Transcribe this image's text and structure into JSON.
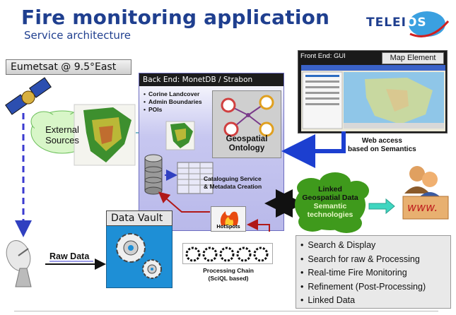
{
  "header": {
    "title": "Fire monitoring application",
    "subtitle": "Service architecture",
    "logo_text": "TELEI",
    "logo_suffix": "OS"
  },
  "satellite": {
    "label": "Eumetsat @ 9.5°East"
  },
  "external": {
    "label_line1": "External",
    "label_line2": "Sources"
  },
  "backend": {
    "title": "Back End:  MonetDB  / Strabon",
    "layers": [
      "Corine Landcover",
      "Admin Boundaries",
      "POIs"
    ],
    "ontology_line1": "Geospatial",
    "ontology_line2": "Ontology",
    "cataloguing_line1": "Cataloguing Service",
    "cataloguing_line2": "& Metadata  Creation",
    "hotspots": "HotSpots",
    "chain_line1": "Processing Chain",
    "chain_line2": "(SciQL based)"
  },
  "frontend": {
    "title": "Front End: GUI",
    "map_element": "Map Element",
    "web_access_line1": "Web access",
    "web_access_line2": "based on Semantics"
  },
  "linked": {
    "line1": "Linked",
    "line2": "Geospatial Data",
    "line3": "Semantic",
    "line4": "technologies"
  },
  "www": {
    "label": "www."
  },
  "datavault": {
    "label": "Data Vault"
  },
  "raw": {
    "label": "Raw Data"
  },
  "features": [
    "Search & Display",
    "Search for raw & Processing",
    "Real-time Fire Monitoring",
    "Refinement (Post-Processing)",
    "Linked Data"
  ],
  "colors": {
    "title_blue": "#1f3f8f",
    "backend_lavender": "#c7c7f0",
    "vault_blue": "#1e8fd6",
    "linked_green": "#3f9a1c",
    "arrow_blue": "#1c3fd0",
    "arrow_red": "#b01818",
    "arrow_teal": "#3fd6c0"
  }
}
